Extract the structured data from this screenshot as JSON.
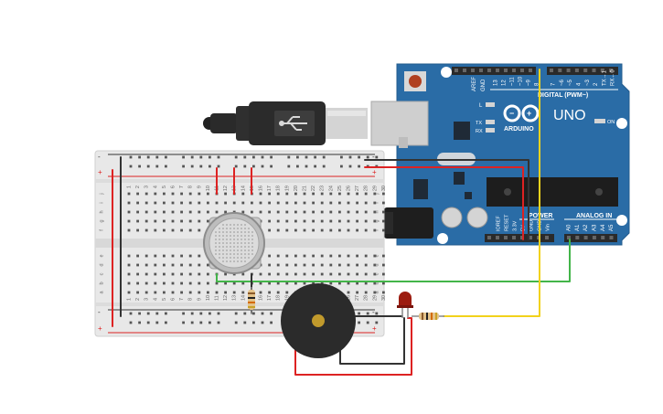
{
  "board": {
    "brand_uno": "UNO",
    "brand_arduino": "ARDUINO",
    "digital_label": "DIGITAL (PWM~)",
    "analog_label": "ANALOG IN",
    "power_label": "POWER",
    "on_label": "ON",
    "led_l": "L",
    "led_tx": "TX",
    "led_rx": "RX",
    "aref": "AREF",
    "gnd": "GND",
    "digital_pins": [
      "13",
      "12",
      "~11",
      "~10",
      "~9",
      "8",
      "7",
      "~6",
      "~5",
      "4",
      "~3",
      "2",
      "TX→1",
      "RX←0"
    ],
    "power_pins": [
      "IOREF",
      "RESET",
      "3.3V",
      "5V",
      "GND",
      "GND",
      "Vin"
    ],
    "analog_pins": [
      "A0",
      "A1",
      "A2",
      "A3",
      "A4",
      "A5"
    ]
  },
  "breadboard": {
    "rows_top": [
      "j",
      "i",
      "h",
      "g",
      "f"
    ],
    "rows_bottom": [
      "e",
      "d",
      "c",
      "b",
      "a"
    ],
    "columns": [
      "1",
      "2",
      "3",
      "4",
      "5",
      "6",
      "7",
      "8",
      "9",
      "10",
      "11",
      "12",
      "13",
      "14",
      "15",
      "16",
      "17",
      "18",
      "19",
      "20",
      "21",
      "22",
      "23",
      "24",
      "25",
      "26",
      "27",
      "28",
      "29",
      "30"
    ],
    "rail_minus": "-",
    "rail_plus": "+"
  },
  "colors": {
    "arduino": "#2a6ca6",
    "wire_red": "#d22",
    "wire_black": "#333333",
    "wire_green": "#43b549",
    "wire_yellow": "#f2d21c",
    "led": "#9c1c10",
    "buzzer": "#2b2b2b"
  }
}
